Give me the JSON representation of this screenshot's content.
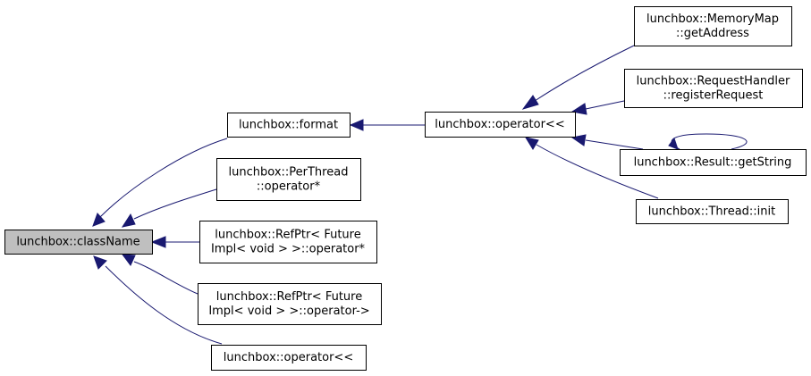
{
  "diagram": {
    "colors": {
      "edge": "#191970",
      "root_fill": "#bfbfbf",
      "node_fill": "#ffffff",
      "border": "#000000"
    },
    "nodes": [
      {
        "id": "className",
        "lines": [
          "lunchbox::className"
        ],
        "highlighted": true
      },
      {
        "id": "format",
        "lines": [
          "lunchbox::format"
        ]
      },
      {
        "id": "perthread",
        "lines": [
          "lunchbox::PerThread",
          "::operator*"
        ]
      },
      {
        "id": "refptr-deref",
        "lines": [
          "lunchbox::RefPtr< Future",
          "Impl< void > >::operator*"
        ]
      },
      {
        "id": "refptr-arrow",
        "lines": [
          "lunchbox::RefPtr< Future",
          "Impl< void > >::operator->"
        ]
      },
      {
        "id": "operator-ll-bottom",
        "lines": [
          "lunchbox::operator<<"
        ]
      },
      {
        "id": "operator-ll-mid",
        "lines": [
          "lunchbox::operator<<"
        ]
      },
      {
        "id": "memorymap",
        "lines": [
          "lunchbox::MemoryMap",
          "::getAddress"
        ]
      },
      {
        "id": "requesthandler",
        "lines": [
          "lunchbox::RequestHandler",
          "::registerRequest"
        ]
      },
      {
        "id": "result-getstring",
        "lines": [
          "lunchbox::Result::getString"
        ]
      },
      {
        "id": "thread-init",
        "lines": [
          "lunchbox::Thread::init"
        ]
      }
    ],
    "edges": [
      {
        "from": "format",
        "to": "className"
      },
      {
        "from": "perthread",
        "to": "className"
      },
      {
        "from": "refptr-deref",
        "to": "className"
      },
      {
        "from": "refptr-arrow",
        "to": "className"
      },
      {
        "from": "operator-ll-bottom",
        "to": "className"
      },
      {
        "from": "operator-ll-mid",
        "to": "format"
      },
      {
        "from": "memorymap",
        "to": "operator-ll-mid"
      },
      {
        "from": "requesthandler",
        "to": "operator-ll-mid"
      },
      {
        "from": "result-getstring",
        "to": "operator-ll-mid"
      },
      {
        "from": "thread-init",
        "to": "operator-ll-mid"
      },
      {
        "from": "result-getstring",
        "to": "result-getstring"
      }
    ]
  }
}
